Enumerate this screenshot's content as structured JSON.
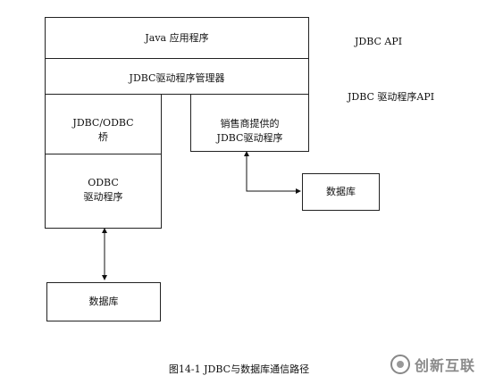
{
  "diagram": {
    "java_app": "Java 应用程序",
    "driver_manager": "JDBC驱动程序管理器",
    "bridge_line1": "JDBC/ODBC",
    "bridge_line2": "桥",
    "odbc_line1": "ODBC",
    "odbc_line2": "驱动程序",
    "vendor_line1": "销售商提供的",
    "vendor_line2": "JDBC驱动程序",
    "database_right": "数据库",
    "database_bottom": "数据库",
    "side_label_api": "JDBC  API",
    "side_label_driver_api": "JDBC  驱动程序API"
  },
  "caption": "图14-1    JDBC与数据库通信路径",
  "watermark": {
    "text": "创新互联"
  }
}
